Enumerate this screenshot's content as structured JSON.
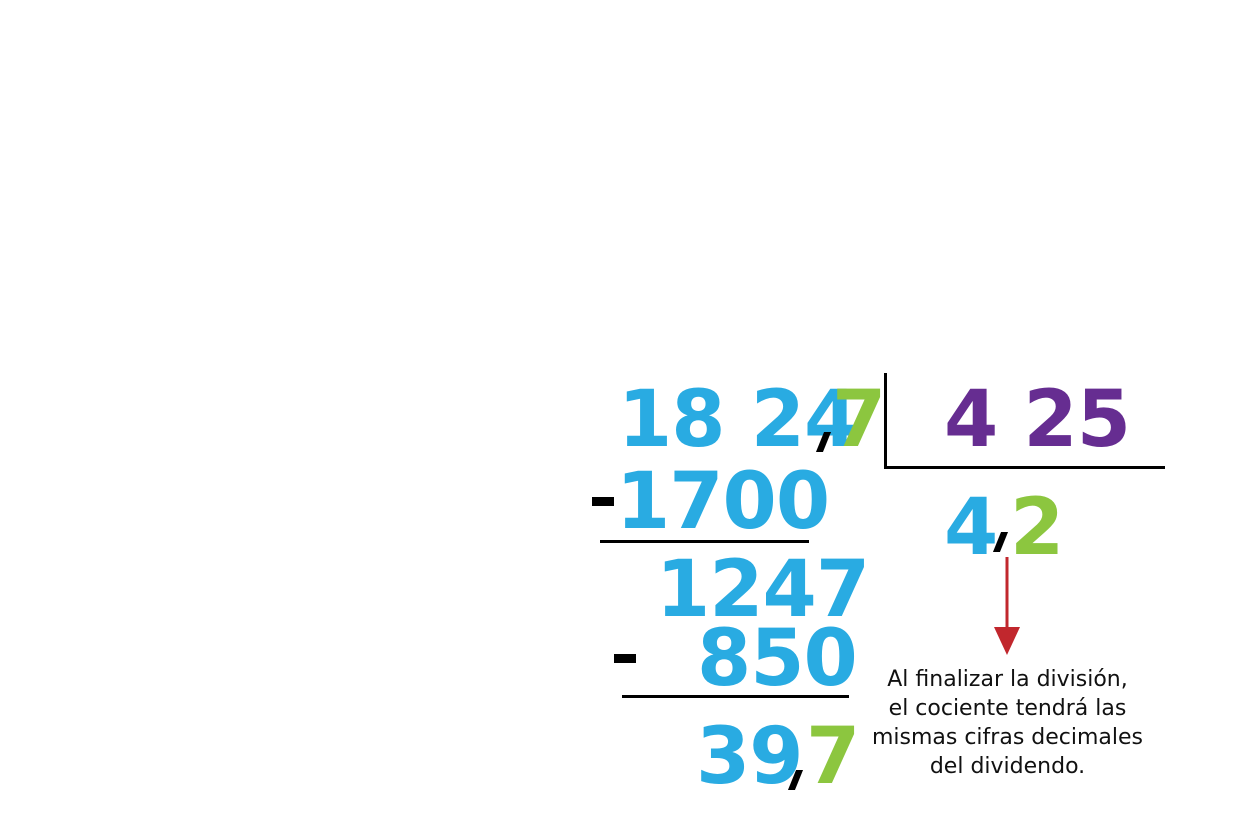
{
  "colors": {
    "blue": "#29abe2",
    "green": "#8cc63f",
    "purple": "#662d91",
    "black": "#000000",
    "arrow_red": "#c1272d"
  },
  "dividend": {
    "integer": "18 24",
    "decimal": "7"
  },
  "divisor": "4 25",
  "quotient": {
    "integer": "4",
    "decimal": "2"
  },
  "steps": {
    "subtract_1": "1700",
    "remainder_1": "1247",
    "subtract_2": "850",
    "remainder_final": {
      "integer": "39",
      "decimal": "7"
    }
  },
  "note": {
    "lines": [
      "Al finalizar la división,",
      "el cociente tendrá las",
      "mismas cifras decimales",
      "del dividendo."
    ]
  }
}
